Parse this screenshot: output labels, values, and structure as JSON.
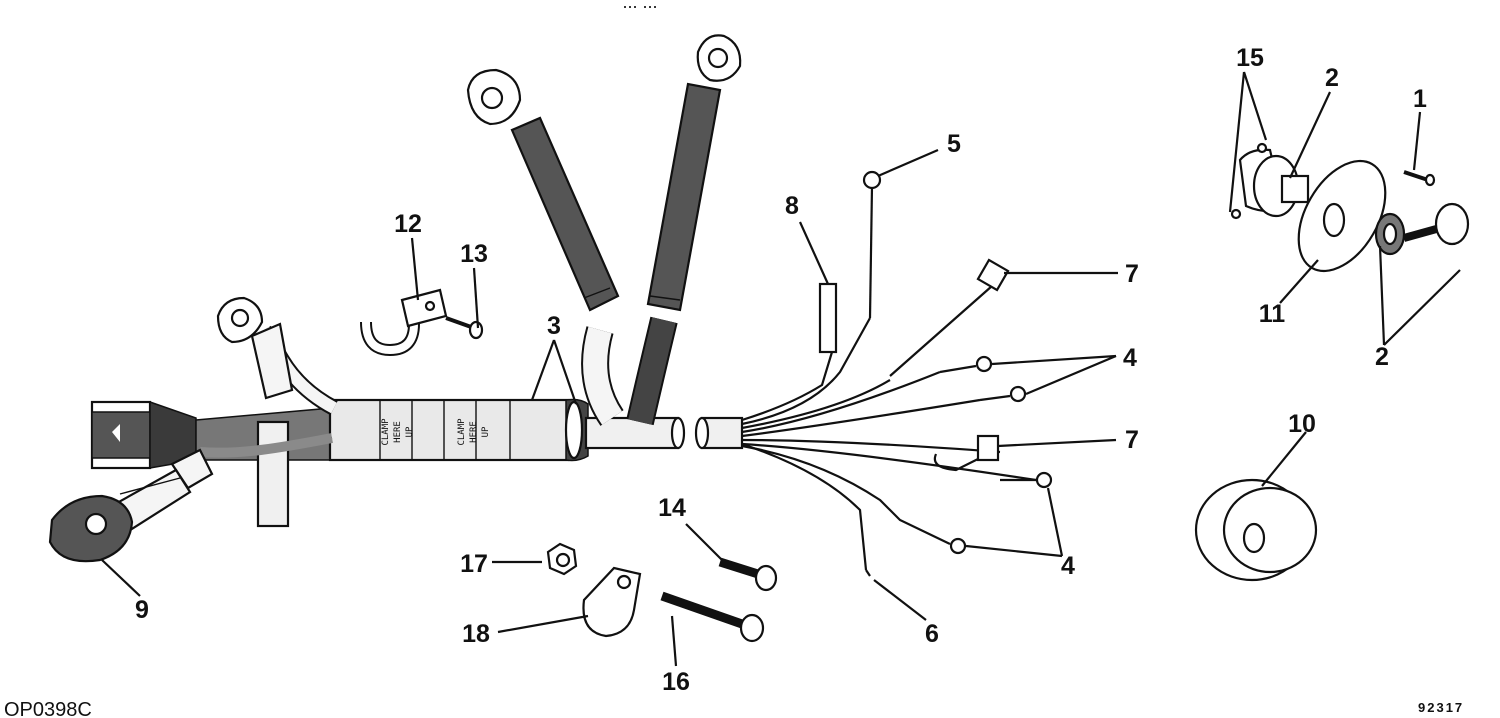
{
  "header_text": "... ...",
  "figure_id": "OP0398C",
  "drawing_number": "92317",
  "clamp_label": [
    "CLAMP",
    "HERE",
    "UP"
  ],
  "callouts": [
    "1",
    "2",
    "2",
    "3",
    "4",
    "4",
    "5",
    "6",
    "7",
    "7",
    "8",
    "9",
    "10",
    "11",
    "12",
    "13",
    "14",
    "15",
    "16",
    "17",
    "18"
  ]
}
